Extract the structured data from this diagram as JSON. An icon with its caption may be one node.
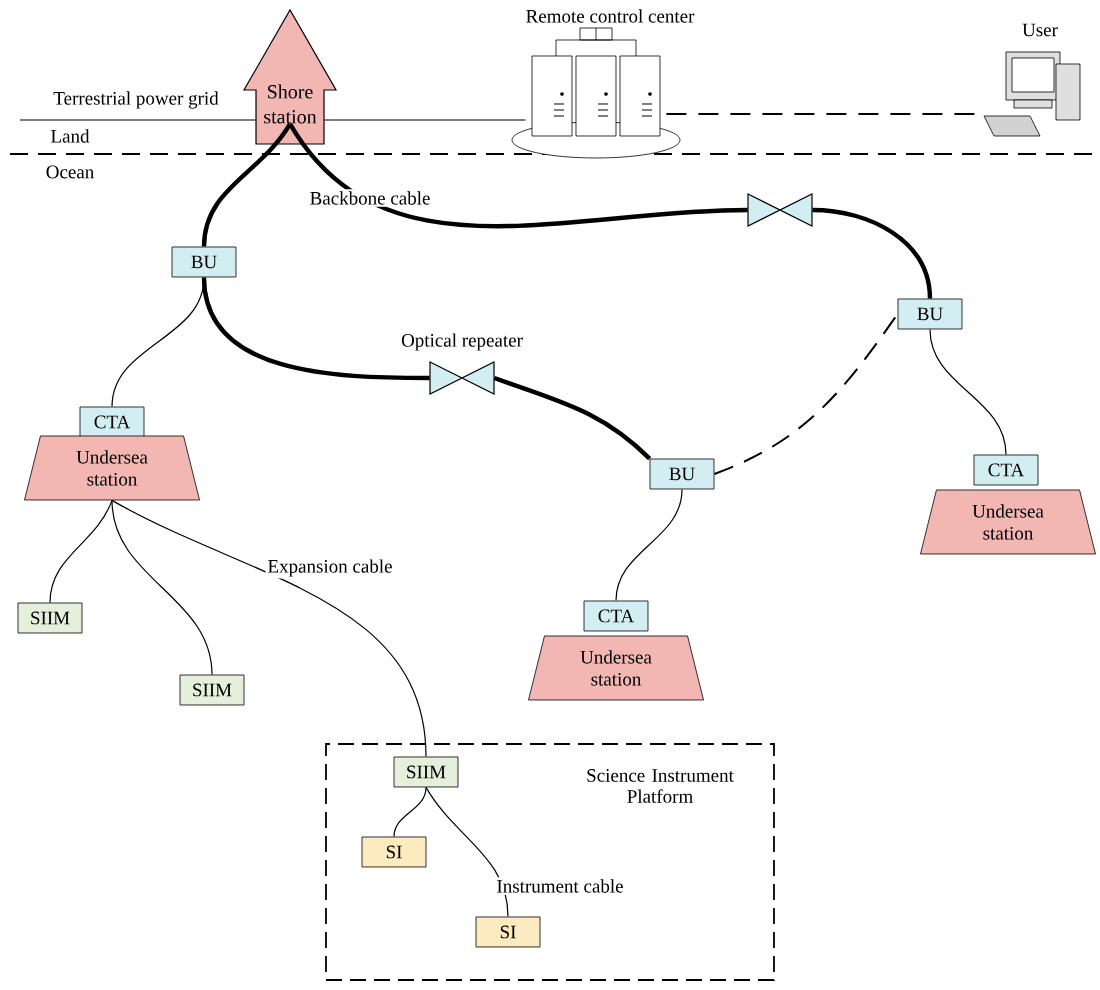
{
  "diagram": {
    "nodes": [
      {
        "text": [
          "Shore station"
        ]
      },
      {
        "text": [
          "Remote control center"
        ]
      },
      {
        "text": [
          "User"
        ]
      },
      {
        "text": [],
        "shape": "bowtie"
      },
      {
        "text": [
          "BU"
        ]
      },
      {
        "text": [
          "Optical repeater"
        ]
      },
      {
        "text": [
          "BU"
        ]
      },
      {
        "text": [
          "BU"
        ]
      },
      {
        "text": [
          "CTA"
        ]
      },
      {
        "text": [
          "Undersea station"
        ]
      },
      {
        "text": [
          "CTA"
        ]
      },
      {
        "text": [
          "Undersea station"
        ]
      },
      {
        "text": [
          "CTA"
        ]
      },
      {
        "text": [
          "Undersea station"
        ]
      },
      {
        "text": [
          "SIIM"
        ]
      },
      {
        "text": [
          "SIIM"
        ]
      },
      {
        "text": [
          "Science Instrument Platform"
        ]
      },
      {
        "text": [
          "SIIM"
        ],
        "in": 16
      },
      {
        "text": [
          "SI"
        ],
        "in": 16
      },
      {
        "text": [
          "SI"
        ],
        "in": 16
      }
    ],
    "edges": [
      {
        "from": null,
        "to": 0,
        "arrow": "none",
        "label": "Terrestrial power grid"
      },
      {
        "from": 0,
        "to": 1,
        "arrow": "none"
      },
      {
        "from": 1,
        "to": 2,
        "arrow": "none",
        "style": "dashed"
      },
      {
        "from": 0,
        "to": 4,
        "arrow": "none",
        "style": "thick"
      },
      {
        "from": 0,
        "to": 3,
        "arrow": "none",
        "style": "thick",
        "label": "Backbone cable"
      },
      {
        "from": 3,
        "to": 6,
        "arrow": "none",
        "style": "thick"
      },
      {
        "from": 4,
        "to": 5,
        "arrow": "none",
        "style": "thick"
      },
      {
        "from": 5,
        "to": 7,
        "arrow": "none",
        "style": "thick"
      },
      {
        "from": 7,
        "to": 6,
        "arrow": "none",
        "style": "dashed"
      },
      {
        "from": 4,
        "to": 8,
        "arrow": "none"
      },
      {
        "from": 7,
        "to": 10,
        "arrow": "none"
      },
      {
        "from": 6,
        "to": 12,
        "arrow": "none"
      },
      {
        "from": 9,
        "to": 14,
        "arrow": "none"
      },
      {
        "from": 9,
        "to": 15,
        "arrow": "none"
      },
      {
        "from": 9,
        "to": 17,
        "arrow": "none",
        "label": "Expansion cable"
      },
      {
        "from": 17,
        "to": 18,
        "arrow": "none"
      },
      {
        "from": 17,
        "to": 19,
        "arrow": "none",
        "label": "Instrument cable"
      }
    ],
    "labels": [
      "Land",
      "Ocean"
    ]
  }
}
